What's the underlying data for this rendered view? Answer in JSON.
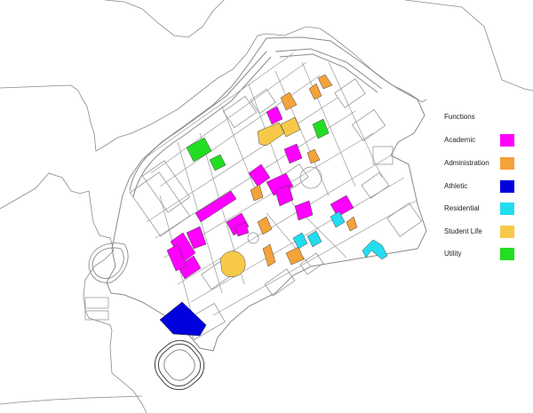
{
  "legend": {
    "title": "Functions",
    "items": [
      {
        "key": "academic",
        "label": "Academic",
        "color": "#ff00ff"
      },
      {
        "key": "administration",
        "label": "Administration",
        "color": "#f4a23a"
      },
      {
        "key": "athletic",
        "label": "Athletic",
        "color": "#0000dd"
      },
      {
        "key": "residential",
        "label": "Residential",
        "color": "#22ddee"
      },
      {
        "key": "student_life",
        "label": "Student Life",
        "color": "#f7c948"
      },
      {
        "key": "utility",
        "label": "Utility",
        "color": "#22dd22"
      }
    ]
  },
  "colors": {
    "line": "#8a8a8a",
    "background": "#ffffff"
  }
}
